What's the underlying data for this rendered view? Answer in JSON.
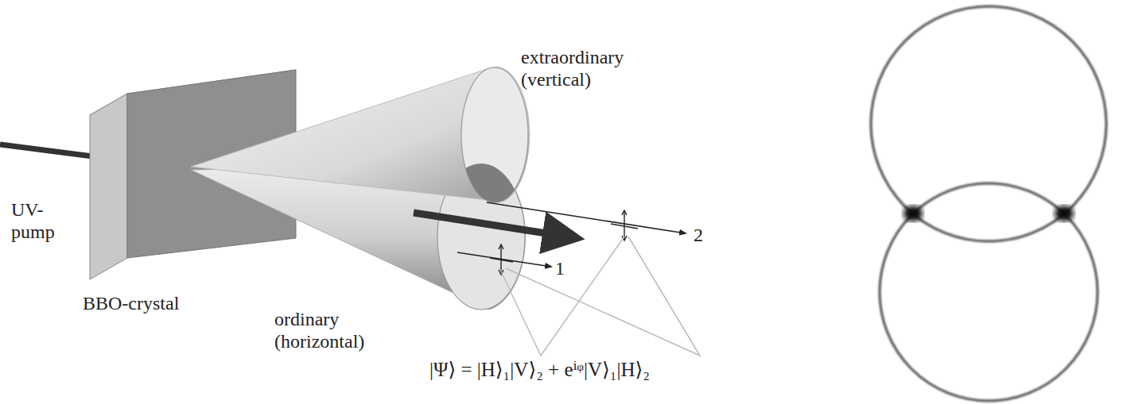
{
  "diagram": {
    "labels": [
      "UV- pump",
      "BBO-crystal",
      "extraordinary (vertical)",
      "ordinary (horizontal)",
      "1",
      "2",
      "|Ψ⟩ = |H⟩₁|V⟩₂ + eⁱᵠ|V⟩₁|H⟩₂"
    ]
  }
}
